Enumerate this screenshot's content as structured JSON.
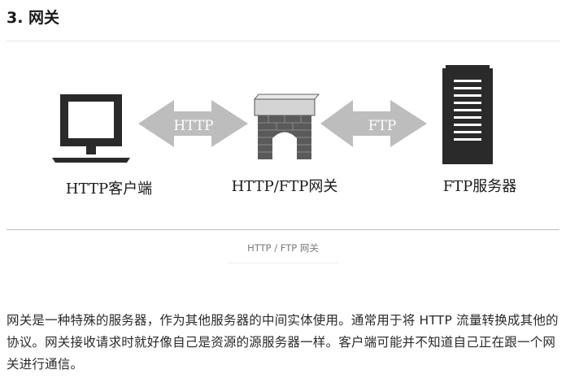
{
  "section": {
    "heading": "3. 网关"
  },
  "figure": {
    "arrow_left_label": "HTTP",
    "arrow_right_label": "FTP",
    "client_label": "HTTP客户端",
    "gateway_label": "HTTP/FTP网关",
    "server_label": "FTP服务器",
    "caption": "HTTP / FTP 网关"
  },
  "body": {
    "paragraph": "网关是一种特殊的服务器，作为其他服务器的中间实体使用。通常用于将 HTTP 流量转换成其他的协议。网关接收请求时就好像自己是资源的源服务器一样。客户端可能并不知道自己正在跟一个网关进行通信。"
  }
}
